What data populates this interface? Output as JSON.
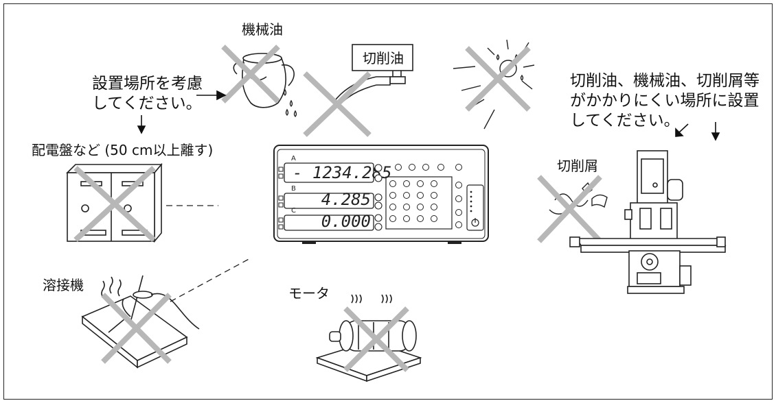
{
  "labels": {
    "machine_oil": "機械油",
    "cutting_oil_box": "切削油",
    "install_note": "設置場所を考慮\nしてください。",
    "down_arrow_left": "↓",
    "panel": "配電盤など (50 cm以上離す)",
    "welder": "溶接機",
    "motor": "モータ",
    "chips": "切削屑",
    "right_note": "切削油、機械油、切削屑等\nがかかりにくい場所に設置\nしてください。",
    "right_arrows": "↙ ↓"
  },
  "display": {
    "channels": [
      {
        "letter": "A",
        "value": "- 1234.285"
      },
      {
        "letter": "B",
        "value": "4.285"
      },
      {
        "letter": "C",
        "value": "0.000"
      }
    ]
  }
}
